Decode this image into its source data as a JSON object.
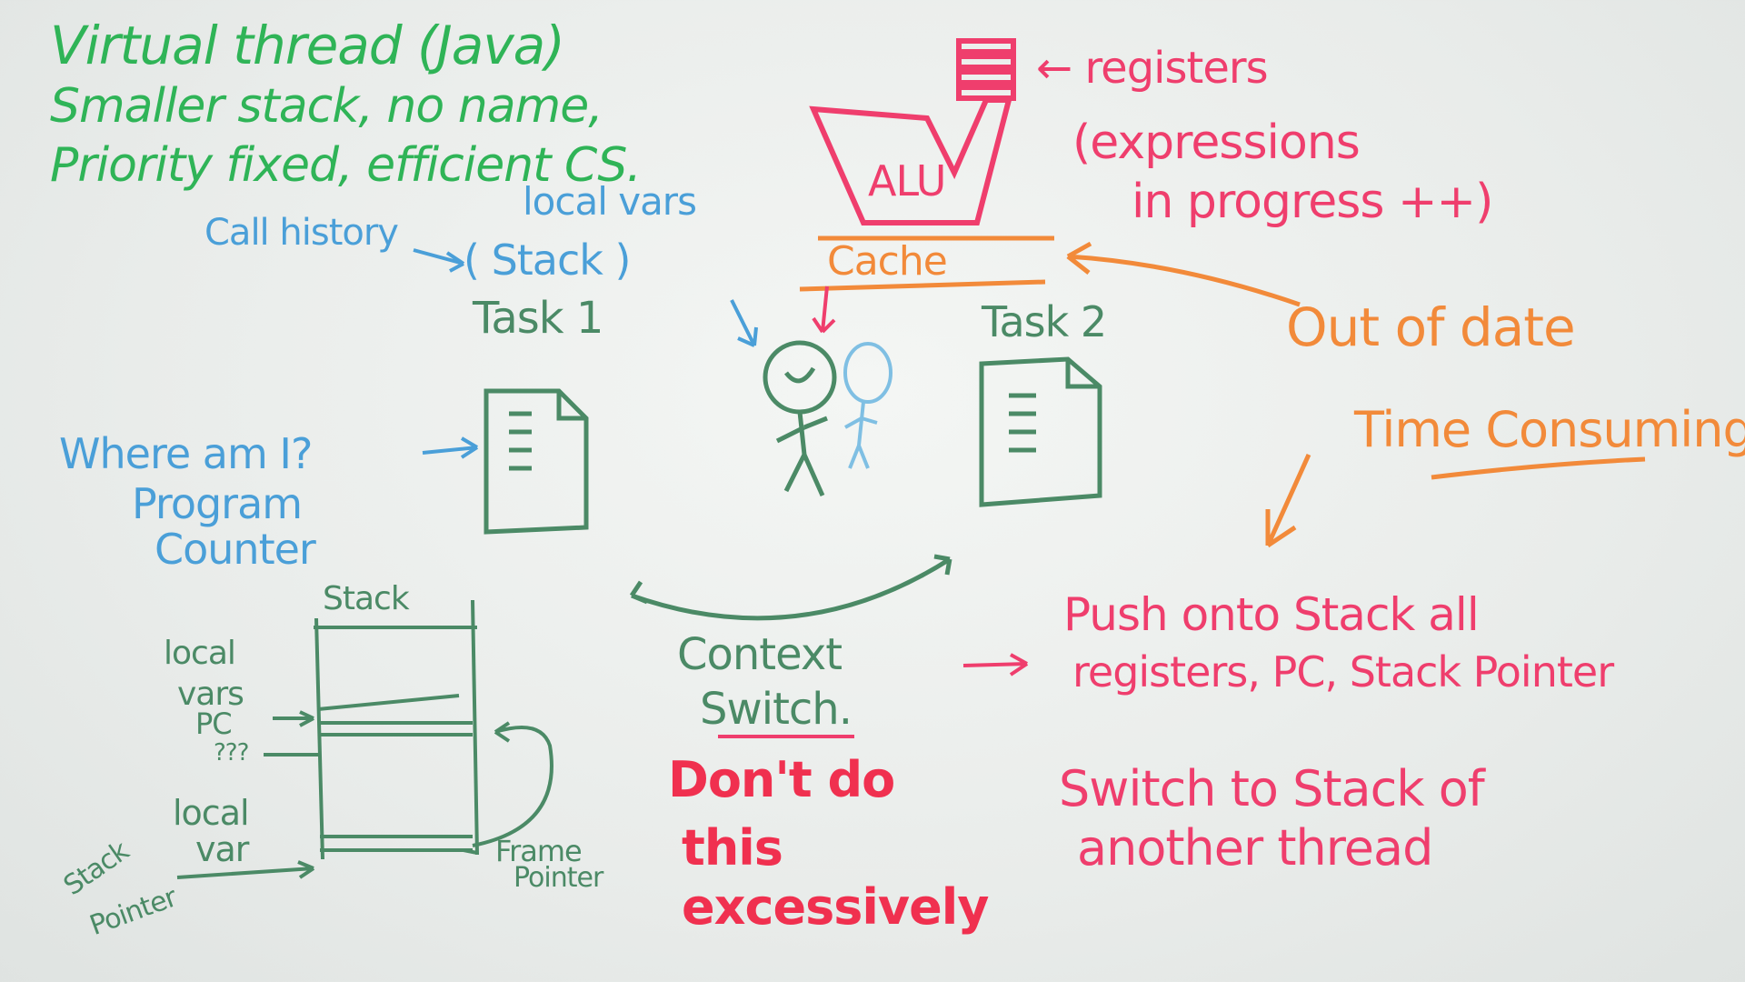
{
  "whiteboard": {
    "notes": {
      "virtual_1": "Virtual thread (Java)",
      "virtual_2": "Smaller stack, no name,",
      "virtual_3": "Priority fixed, efficient CS.",
      "call_history": "Call history",
      "local_vars": "local vars",
      "stack_paren": "( Stack )",
      "task1": "Task 1",
      "task2": "Task 2",
      "where_am_i": "Where am I?",
      "program": "Program",
      "counter": "Counter",
      "stack_title": "Stack",
      "lv_local": "local",
      "lv_vars": "vars",
      "pc": "PC",
      "qqq": "???",
      "local_var_1": "local",
      "local_var_2": "var",
      "stack_pointer_1": "Stack",
      "stack_pointer_2": "Pointer",
      "frame_1": "Frame",
      "frame_2": "Pointer",
      "context": "Context",
      "switch": "Switch.",
      "dont_1": "Don't do",
      "dont_2": "this",
      "dont_3": "excessively",
      "alu": "ALU",
      "registers": "← registers",
      "expr_1": "(expressions",
      "expr_2": "in progress ++)",
      "cache": "Cache",
      "out_of_date": "Out of date",
      "time_consuming": "Time Consuming",
      "push_1": "Push onto Stack all",
      "push_2": "registers, PC, Stack Pointer",
      "switch_stack_1": "Switch to Stack of",
      "switch_stack_2": "another thread"
    },
    "colors": {
      "green": "#2fb457",
      "dark_green": "#4b8a66",
      "blue": "#4a9fd8",
      "pink": "#ef3e6d",
      "red": "#f0304f",
      "orange": "#f28a3a"
    }
  }
}
